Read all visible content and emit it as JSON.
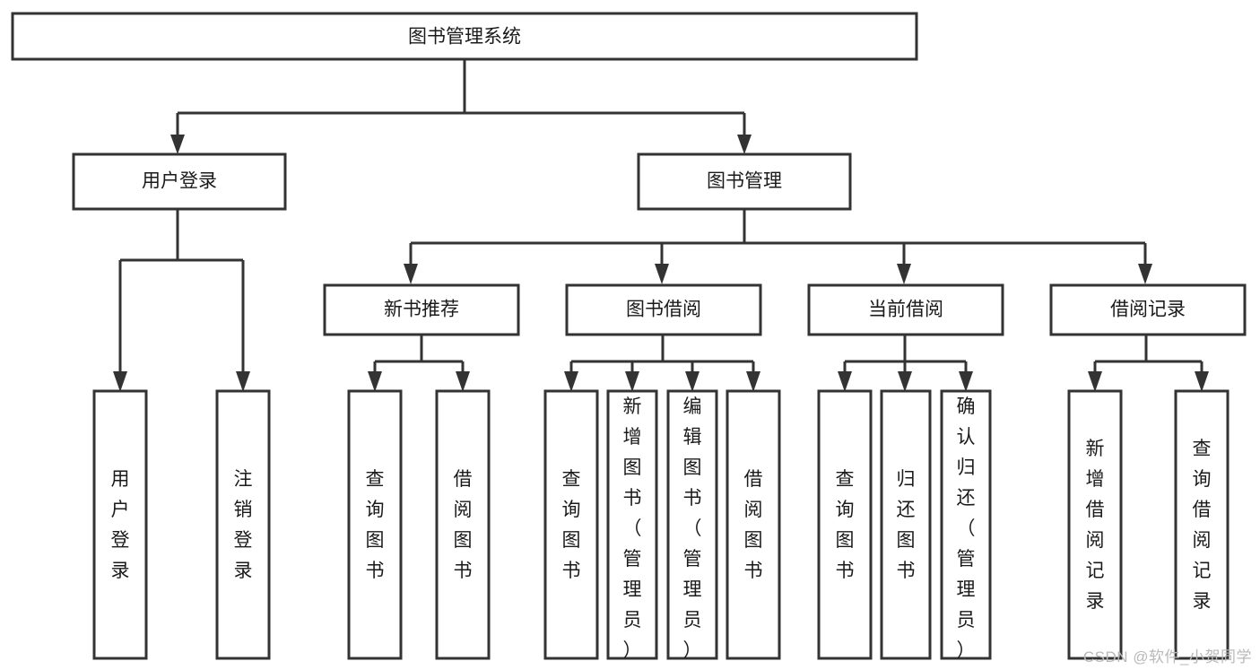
{
  "diagram": {
    "title": "图书管理系统",
    "watermark": "CSDN @软件_小贺同学",
    "colors": {
      "stroke": "#333333",
      "fill": "#ffffff",
      "text": "#1a1a1a",
      "watermark": "#b9b9b9"
    },
    "root": {
      "label": "图书管理系统"
    },
    "level2": [
      {
        "label": "用户登录"
      },
      {
        "label": "图书管理"
      }
    ],
    "level3": [
      {
        "label": "新书推荐"
      },
      {
        "label": "图书借阅"
      },
      {
        "label": "当前借阅"
      },
      {
        "label": "借阅记录"
      }
    ],
    "leaves": {
      "user_login": [
        {
          "label": "用户登录",
          "lines": [
            "用",
            "户",
            "登",
            "录"
          ]
        },
        {
          "label": "注销登录",
          "lines": [
            "注",
            "销",
            "登",
            "录"
          ]
        }
      ],
      "new_book": [
        {
          "label": "查询图书",
          "lines": [
            "查",
            "询",
            "图",
            "书"
          ]
        },
        {
          "label": "借阅图书",
          "lines": [
            "借",
            "阅",
            "图",
            "书"
          ]
        }
      ],
      "book_borrow": [
        {
          "label": "查询图书",
          "lines": [
            "查",
            "询",
            "图",
            "书"
          ]
        },
        {
          "label": "新增图书（管理员）",
          "lines": [
            "新",
            "增",
            "图",
            "书",
            "（",
            "管",
            "理",
            "员",
            "）"
          ]
        },
        {
          "label": "编辑图书（管理员）",
          "lines": [
            "编",
            "辑",
            "图",
            "书",
            "（",
            "管",
            "理",
            "员",
            "）"
          ]
        },
        {
          "label": "借阅图书",
          "lines": [
            "借",
            "阅",
            "图",
            "书"
          ]
        }
      ],
      "current_borrow": [
        {
          "label": "查询图书",
          "lines": [
            "查",
            "询",
            "图",
            "书"
          ]
        },
        {
          "label": "归还图书",
          "lines": [
            "归",
            "还",
            "图",
            "书"
          ]
        },
        {
          "label": "确认归还（管理员）",
          "lines": [
            "确",
            "认",
            "归",
            "还",
            "（",
            "管",
            "理",
            "员",
            "）"
          ]
        }
      ],
      "borrow_record": [
        {
          "label": "新增借阅记录",
          "lines": [
            "新",
            "增",
            "借",
            "阅",
            "记",
            "录"
          ]
        },
        {
          "label": "查询借阅记录",
          "lines": [
            "查",
            "询",
            "借",
            "阅",
            "记",
            "录"
          ]
        }
      ]
    }
  }
}
